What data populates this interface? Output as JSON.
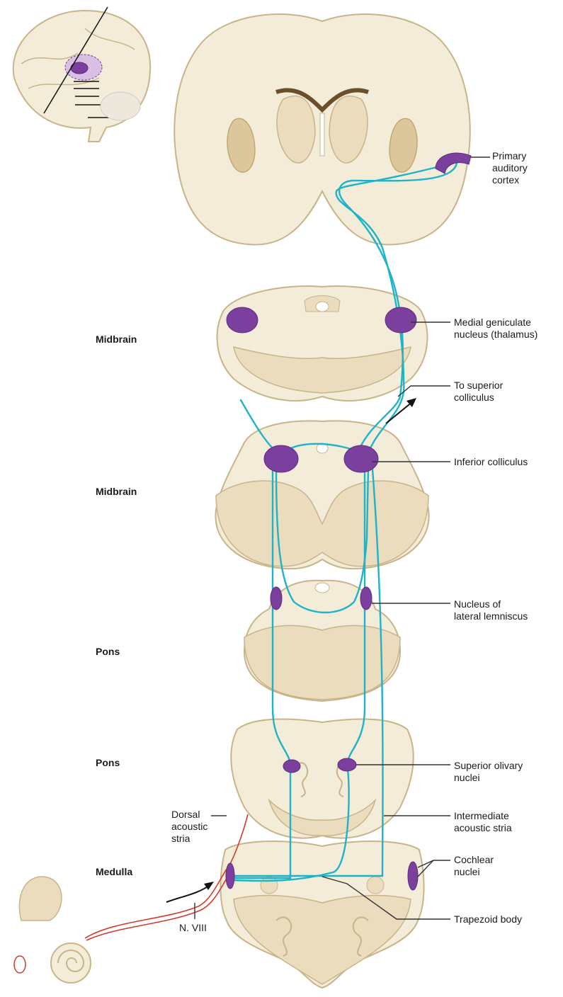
{
  "labels": {
    "primary_auditory_cortex": "Primary\nauditory\ncortex",
    "medial_geniculate": "Medial geniculate\nnucleus (thalamus)",
    "to_superior_colliculus": "To superior\ncolliculus",
    "inferior_colliculus": "Inferior colliculus",
    "nucleus_lateral_lemniscus": "Nucleus of\nlateral lemniscus",
    "superior_olivary": "Superior olivary\nnuclei",
    "intermediate_stria": "Intermediate\nacoustic stria",
    "cochlear_nuclei": "Cochlear\nnuclei",
    "trapezoid_body": "Trapezoid body",
    "dorsal_stria": "Dorsal\nacoustic\nstria",
    "n_viii": "N. VIII"
  },
  "levels": {
    "midbrain_upper": "Midbrain",
    "midbrain_lower": "Midbrain",
    "pons_upper": "Pons",
    "pons_lower": "Pons",
    "medulla": "Medulla"
  },
  "colors": {
    "pathway": "#1fb3c8",
    "nucleus": "#7b3f9e",
    "tissue": "#f3ecd9",
    "nerve": "#d43a2c"
  }
}
